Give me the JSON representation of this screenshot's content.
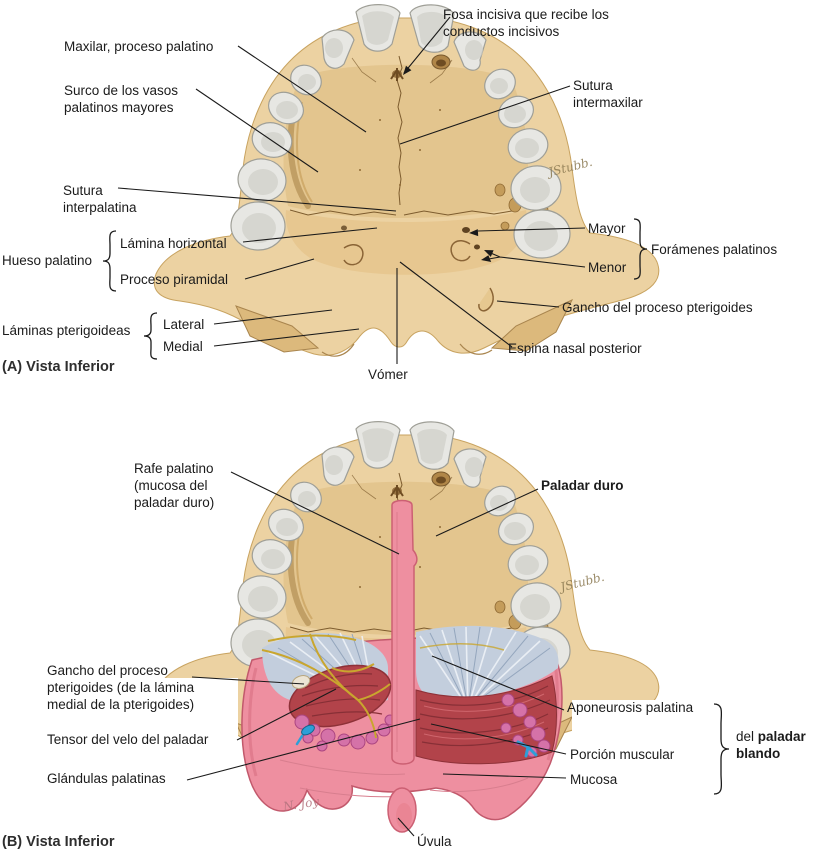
{
  "panel_a": {
    "caption": "(A) Vista Inferior",
    "labels": {
      "fosa_incisiva": "Fosa incisiva que recibe los conductos incisivos",
      "maxilar_proceso": "Maxilar, proceso palatino",
      "surco_vasos": "Surco de los vasos palatinos mayores",
      "sutura_intermaxilar": "Sutura intermaxilar",
      "sutura_interpalatina": "Sutura interpalatina",
      "hueso_palatino": "Hueso palatino",
      "lamina_horizontal": "Lámina horizontal",
      "proceso_piramidal": "Proceso piramidal",
      "foramen_mayor": "Mayor",
      "foramen_menor": "Menor",
      "foramenes_palatinos": "Forámenes palatinos",
      "gancho_pterigoides": "Gancho del proceso pterigoides",
      "laminas_pterigoideas": "Láminas pterigoideas",
      "lamina_lateral": "Lateral",
      "lamina_medial": "Medial",
      "espina_nasal": "Espina nasal posterior",
      "vomer": "Vómer"
    },
    "signature": "JStubb."
  },
  "panel_b": {
    "caption": "(B) Vista Inferior",
    "labels": {
      "rafe_palatino": "Rafe palatino (mucosa del paladar duro)",
      "paladar_duro": "Paladar duro",
      "gancho_pterigoides": "Gancho del proceso pterigoides (de la lámina medial de la pterigoides)",
      "tensor_velo": "Tensor del velo del paladar",
      "glandulas_palatinas": "Glándulas palatinas",
      "aponeurosis_palatina": "Aponeurosis palatina",
      "porcion_muscular": "Porción muscular",
      "mucosa": "Mucosa",
      "del_prefix": "del ",
      "paladar_blando": "paladar blando",
      "uvula": "Úvula"
    },
    "signatures": {
      "illustrator": "JStubb.",
      "joy": "N. Joy"
    }
  },
  "colors": {
    "bone": "#ecd2a2",
    "bone_shadow": "#c8a360",
    "teeth": "#e7e7e3",
    "mucosa_pink": "#ee8fa0",
    "muscle_red": "#b2434a",
    "aponeurosis_gray": "#c3cedd",
    "gland_magenta": "#d572a8",
    "nerve_yellow": "#c9a62e",
    "vessel_blue": "#2d9fd8",
    "label_text": "#1b1b1b"
  }
}
